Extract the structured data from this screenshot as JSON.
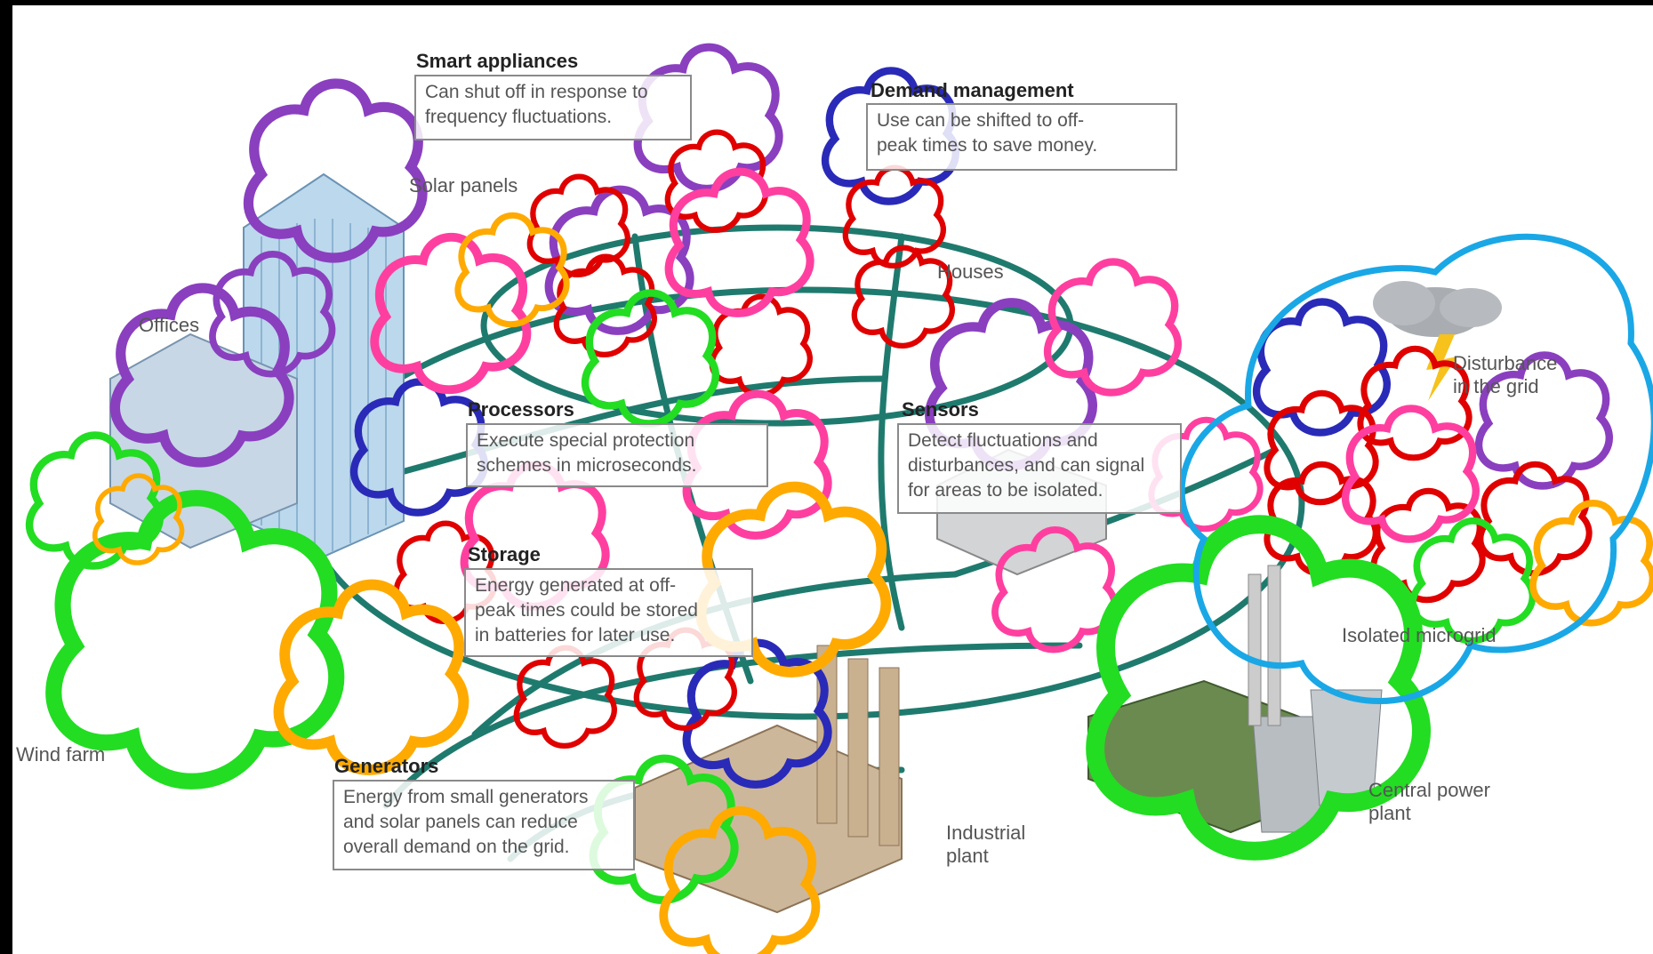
{
  "callouts": {
    "smart_appliances": {
      "title": "Smart appliances",
      "body": "Can shut off in response to\nfrequency fluctuations."
    },
    "demand_management": {
      "title": "Demand management",
      "body": "Use can be shifted to off-\npeak times to save money."
    },
    "processors": {
      "title": "Processors",
      "body": "Execute special protection\nschemes in microseconds."
    },
    "sensors": {
      "title": "Sensors",
      "body": "Detect fluctuations and\ndisturbances, and can signal\nfor areas to be isolated."
    },
    "storage": {
      "title": "Storage",
      "body": "Energy generated at off-\npeak times could be stored\nin batteries for later use."
    },
    "generators": {
      "title": "Generators",
      "body": "Energy from small generators\nand solar panels can reduce\noverall demand on the grid."
    }
  },
  "labels": {
    "solar_panels": "Solar panels",
    "offices": "Offices",
    "houses": "Houses",
    "wind_farm": "Wind farm",
    "industrial_plant": "Industrial\nplant",
    "central_power_plant": "Central power\nplant",
    "isolated_microgrid": "Isolated microgrid",
    "disturbance": "Disturbance\nin the grid"
  },
  "highlight_colors": {
    "solar_panel": "#e00000",
    "appliance": "#8a3fbf",
    "sensor": "#ff3fa0",
    "meter": "#2a2ab8",
    "generator": "#22dd22",
    "storage": "#ffaa00",
    "microgrid": "#1aa7e6",
    "grid_line": "#1f7a6e"
  }
}
